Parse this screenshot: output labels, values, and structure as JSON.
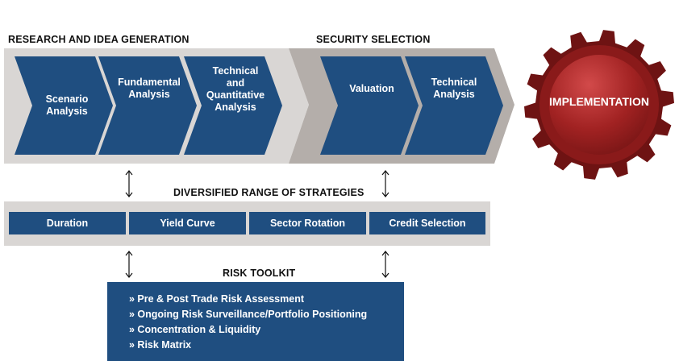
{
  "headings": {
    "research": "RESEARCH AND IDEA GENERATION",
    "security": "SECURITY SELECTION",
    "strategies": "DIVERSIFIED RANGE OF STRATEGIES",
    "risk": "RISK TOOLKIT"
  },
  "research_steps": [
    {
      "line1": "Scenario",
      "line2": "Analysis"
    },
    {
      "line1": "Fundamental",
      "line2": "Analysis"
    },
    {
      "line1": "Technical",
      "line2": "and",
      "line3": "Quantitative",
      "line4": "Analysis"
    }
  ],
  "security_steps": [
    {
      "line1": "Valuation"
    },
    {
      "line1": "Technical",
      "line2": "Analysis"
    }
  ],
  "implementation": "IMPLEMENTATION",
  "strategies": [
    "Duration",
    "Yield Curve",
    "Sector Rotation",
    "Credit Selection"
  ],
  "risk_items": [
    "» Pre & Post Trade Risk Assessment",
    "» Ongoing Risk Surveillance/Portfolio Positioning",
    "» Concentration & Liquidity",
    "» Risk Matrix"
  ],
  "colors": {
    "chevron_blue": "#1f4e80",
    "band_light": "#d9d6d4",
    "band_dark": "#b4aeaa",
    "gear_red": "#a12222",
    "gear_dark": "#6e1313"
  }
}
